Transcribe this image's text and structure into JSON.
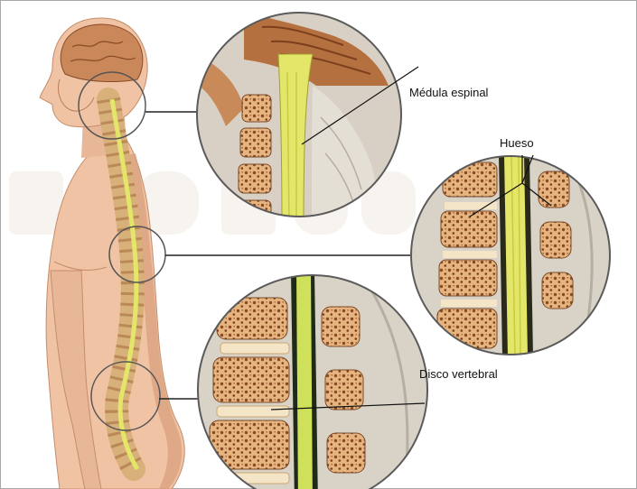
{
  "labels": {
    "spinal_cord": "Médula espinal",
    "bone": "Hueso",
    "vertebral_disc": "Disco vertebral"
  },
  "watermark": "BIOTS.COM",
  "colors": {
    "skin": "#efc3a3",
    "skin_shadow": "#d99c7a",
    "brain": "#c9875a",
    "spinal_cord": "#e4e66a",
    "bone": "#e5b27b",
    "bone_pore": "#8a4a25",
    "disc": "#f3e5c6",
    "frame": "#9a9a9a"
  }
}
